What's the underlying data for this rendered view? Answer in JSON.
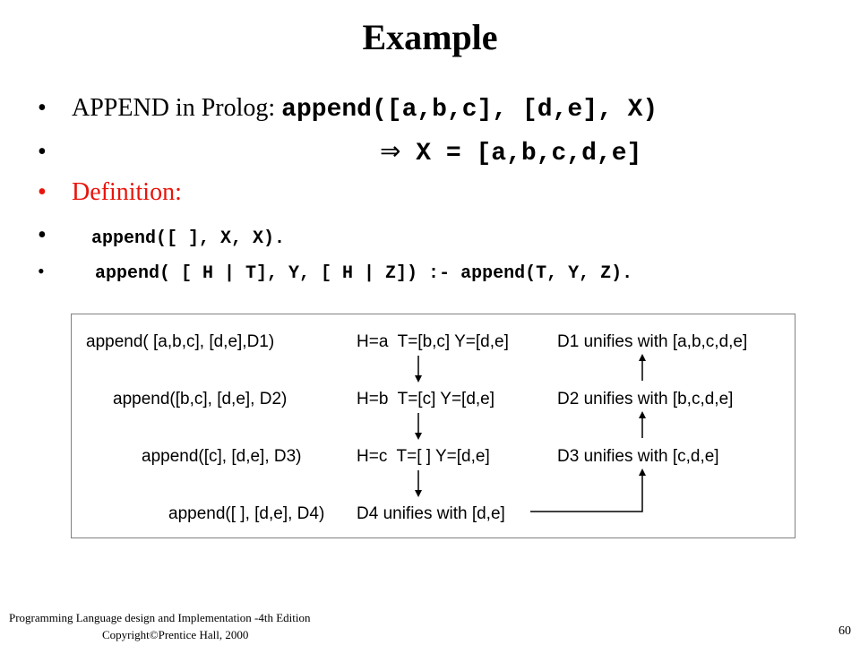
{
  "slide": {
    "title": "Example",
    "bullet_char": "•",
    "bullet1": {
      "label": "APPEND in Prolog: ",
      "code": "append([a,b,c], [d,e], X)"
    },
    "bullet2": {
      "arrow": "⇒",
      "code": " X = [a,b,c,d,e]"
    },
    "bullet3": {
      "label": "Definition:"
    },
    "bullet4": {
      "code": "append([ ], X, X)."
    },
    "bullet5": {
      "code": "append( [ H | T], Y, [ H | Z]) :- append(T, Y, Z)."
    }
  },
  "figure": {
    "rows": [
      {
        "call": "append( [a,b,c], [d,e],D1)",
        "binding": "H=a  T=[b,c] Y=[d,e]",
        "result": "D1 unifies with [a,b,c,d,e]"
      },
      {
        "call": "append([b,c], [d,e], D2)",
        "binding": "H=b  T=[c] Y=[d,e]",
        "result": "D2 unifies with [b,c,d,e]"
      },
      {
        "call": "append([c], [d,e], D3)",
        "binding": "H=c  T=[ ] Y=[d,e]",
        "result": "D3 unifies with [c,d,e]"
      },
      {
        "call": "append([ ], [d,e], D4)",
        "binding": "D4 unifies with [d,e]",
        "result": ""
      }
    ]
  },
  "footer": {
    "line1": "Programming  Language design and Implementation -4th Edition",
    "line2": "Copyright©Prentice Hall,  2000",
    "page": "60"
  }
}
